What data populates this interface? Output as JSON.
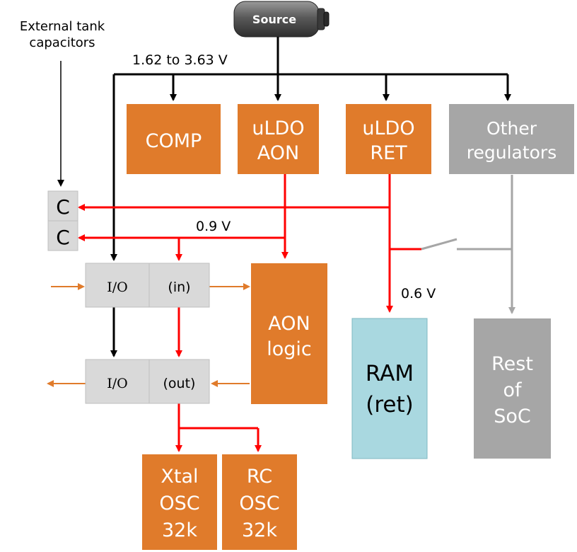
{
  "source": {
    "label": "Source"
  },
  "annotations": {
    "external_tank_line1": "External tank",
    "external_tank_line2": "capacitors",
    "supply_voltage": "1.62 to 3.63 V",
    "aon_voltage": "0.9 V",
    "ret_voltage": "0.6 V"
  },
  "blocks": {
    "comp": {
      "line1": "COMP"
    },
    "uldo_aon": {
      "line1": "uLDO",
      "line2": "AON"
    },
    "uldo_ret": {
      "line1": "uLDO",
      "line2": "RET"
    },
    "other_regulators": {
      "line1": "Other",
      "line2": "regulators"
    },
    "cap_top": {
      "line1": "C"
    },
    "cap_bottom": {
      "line1": "C"
    },
    "io_in_left": {
      "line1": "I/O"
    },
    "io_in_right": {
      "line1": "(in)"
    },
    "io_out_left": {
      "line1": "I/O"
    },
    "io_out_right": {
      "line1": "(out)"
    },
    "aon_logic": {
      "line1": "AON",
      "line2": "logic"
    },
    "ram": {
      "line1": "RAM",
      "line2": "(ret)"
    },
    "rest_of_soc": {
      "line1": "Rest",
      "line2": "of",
      "line3": "SoC"
    },
    "xtal_osc": {
      "line1": "Xtal",
      "line2": "OSC",
      "line3": "32k"
    },
    "rc_osc": {
      "line1": "RC",
      "line2": "OSC",
      "line3": "32k"
    }
  },
  "colors": {
    "orange_block": "#E07B2B",
    "gray_block": "#A6A6A6",
    "light_gray_block": "#D9D9D9",
    "ram_block": "#A9D8E0",
    "red_wire": "#FF0000",
    "black_wire": "#000000",
    "gray_wire": "#A6A6A6",
    "orange_wire": "#E07B2B"
  }
}
